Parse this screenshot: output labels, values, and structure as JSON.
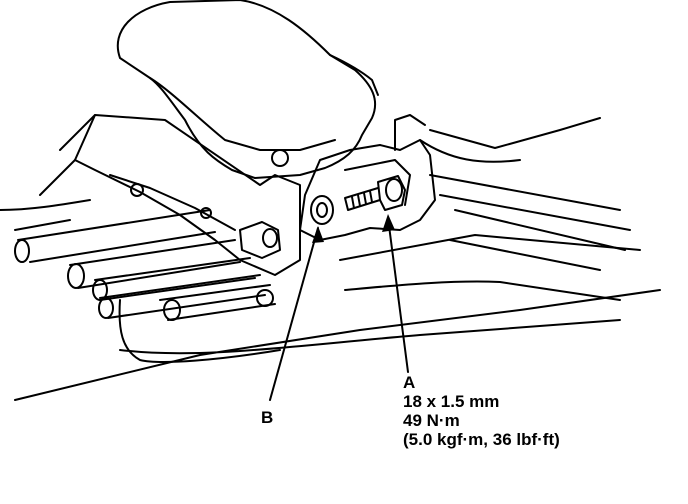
{
  "callouts": {
    "b": {
      "letter": "B"
    },
    "a": {
      "letter": "A",
      "size": "18 x 1.5 mm",
      "torque": "49 N·m",
      "torque_alt": "(5.0 kgf·m, 36 lbf·ft)"
    }
  },
  "colors": {
    "line": "#000000",
    "background": "#ffffff"
  }
}
